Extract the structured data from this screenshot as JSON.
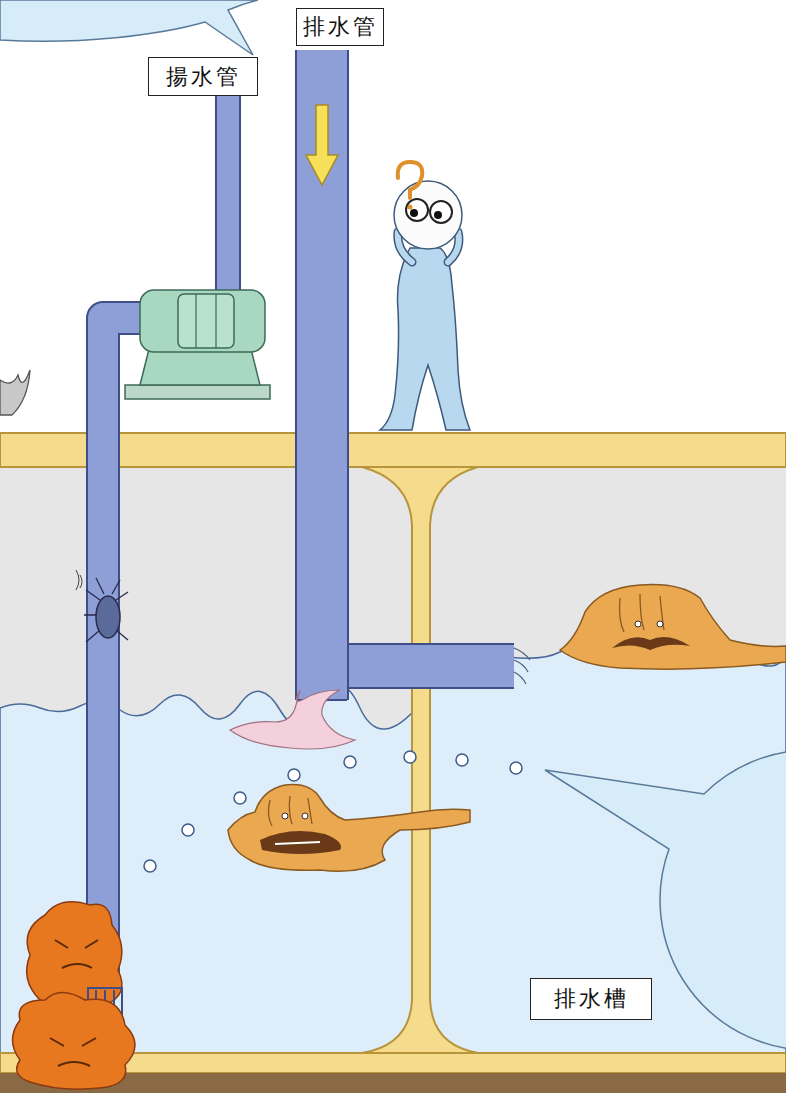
{
  "diagram": {
    "nodes": [
      {
        "text": [
          "排水管"
        ]
      },
      {
        "text": [
          "揚水管"
        ]
      },
      {
        "text": [
          "排水槽"
        ]
      }
    ]
  }
}
